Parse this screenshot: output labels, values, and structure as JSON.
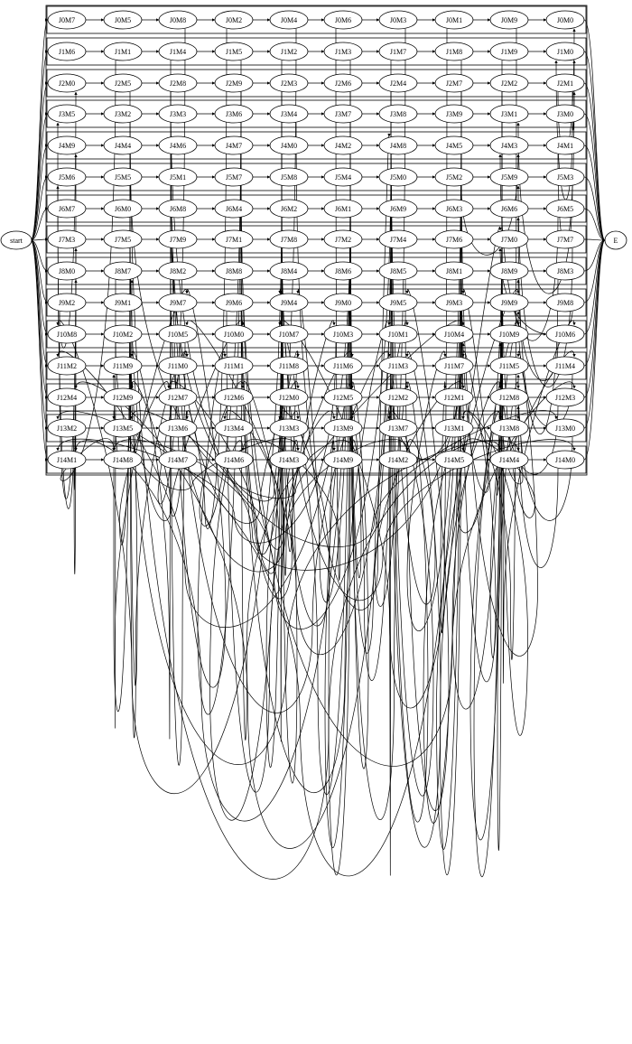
{
  "graph": {
    "start_label": "start",
    "end_label": "E",
    "rows": [
      [
        "J0M7",
        "J0M5",
        "J0M8",
        "J0M2",
        "J0M4",
        "J0M6",
        "J0M3",
        "J0M1",
        "J0M9",
        "J0M0"
      ],
      [
        "J1M6",
        "J1M1",
        "J1M4",
        "J1M5",
        "J1M2",
        "J1M3",
        "J1M7",
        "J1M8",
        "J1M9",
        "J1M0"
      ],
      [
        "J2M0",
        "J2M5",
        "J2M8",
        "J2M9",
        "J2M3",
        "J2M6",
        "J2M4",
        "J2M7",
        "J2M2",
        "J2M1"
      ],
      [
        "J3M5",
        "J3M2",
        "J3M3",
        "J3M6",
        "J3M4",
        "J3M7",
        "J3M8",
        "J3M9",
        "J3M1",
        "J3M0"
      ],
      [
        "J4M9",
        "J4M4",
        "J4M6",
        "J4M7",
        "J4M0",
        "J4M2",
        "J4M8",
        "J4M5",
        "J4M3",
        "J4M1"
      ],
      [
        "J5M6",
        "J5M5",
        "J5M1",
        "J5M7",
        "J5M8",
        "J5M4",
        "J5M0",
        "J5M2",
        "J5M9",
        "J5M3"
      ],
      [
        "J6M7",
        "J6M0",
        "J6M8",
        "J6M4",
        "J6M2",
        "J6M1",
        "J6M9",
        "J6M3",
        "J6M6",
        "J6M5"
      ],
      [
        "J7M3",
        "J7M5",
        "J7M9",
        "J7M1",
        "J7M8",
        "J7M2",
        "J7M4",
        "J7M6",
        "J7M0",
        "J7M7"
      ],
      [
        "J8M0",
        "J8M7",
        "J8M2",
        "J8M8",
        "J8M4",
        "J8M6",
        "J8M5",
        "J8M1",
        "J8M9",
        "J8M3"
      ],
      [
        "J9M2",
        "J9M1",
        "J9M7",
        "J9M6",
        "J9M4",
        "J9M0",
        "J9M5",
        "J9M3",
        "J9M9",
        "J9M8"
      ],
      [
        "J10M8",
        "J10M2",
        "J10M5",
        "J10M0",
        "J10M7",
        "J10M3",
        "J10M1",
        "J10M4",
        "J10M9",
        "J10M6"
      ],
      [
        "J11M2",
        "J11M9",
        "J11M0",
        "J11M1",
        "J11M8",
        "J11M6",
        "J11M3",
        "J11M7",
        "J11M5",
        "J11M4"
      ],
      [
        "J12M4",
        "J12M9",
        "J12M7",
        "J12M6",
        "J12M0",
        "J12M5",
        "J12M2",
        "J12M1",
        "J12M8",
        "J12M3"
      ],
      [
        "J13M2",
        "J13M5",
        "J13M6",
        "J13M4",
        "J13M3",
        "J13M9",
        "J13M7",
        "J13M1",
        "J13M8",
        "J13M0"
      ],
      [
        "J14M1",
        "J14M8",
        "J14M7",
        "J14M6",
        "J14M3",
        "J14M9",
        "J14M2",
        "J14M5",
        "J14M4",
        "J14M0"
      ]
    ],
    "cross_edges": [
      [
        "J1M1",
        "J14M8"
      ],
      [
        "J0M8",
        "J11M0"
      ],
      [
        "J0M2",
        "J13M6"
      ],
      [
        "J0M4",
        "J12M7"
      ],
      [
        "J0M6",
        "J14M6"
      ],
      [
        "J0M3",
        "J10M1"
      ],
      [
        "J0M1",
        "J12M1"
      ],
      [
        "J0M9",
        "J13M1"
      ],
      [
        "J1M4",
        "J9M7"
      ],
      [
        "J1M5",
        "J11M1"
      ],
      [
        "J1M2",
        "J14M3"
      ],
      [
        "J1M3",
        "J12M5"
      ],
      [
        "J1M7",
        "J13M7"
      ],
      [
        "J1M8",
        "J14M5"
      ],
      [
        "J1M9",
        "J12M8"
      ],
      [
        "J2M5",
        "J14M4"
      ],
      [
        "J2M8",
        "J11M8"
      ],
      [
        "J2M9",
        "J12M6"
      ],
      [
        "J2M3",
        "J10M3"
      ],
      [
        "J2M6",
        "J13M9"
      ],
      [
        "J2M4",
        "J14M2"
      ],
      [
        "J2M7",
        "J11M7"
      ],
      [
        "J2M2",
        "J10M9"
      ],
      [
        "J3M2",
        "J12M9"
      ],
      [
        "J3M3",
        "J11M3"
      ],
      [
        "J3M6",
        "J14M9"
      ],
      [
        "J3M4",
        "J13M3"
      ],
      [
        "J3M7",
        "J10M7"
      ],
      [
        "J3M8",
        "J12M2"
      ],
      [
        "J3M9",
        "J9M9"
      ],
      [
        "J3M1",
        "J13M8"
      ],
      [
        "J4M4",
        "J10M4"
      ],
      [
        "J4M6",
        "J12M0"
      ],
      [
        "J4M7",
        "J13M4"
      ],
      [
        "J4M0",
        "J11M6"
      ],
      [
        "J4M2",
        "J9M4"
      ],
      [
        "J4M8",
        "J14M8"
      ],
      [
        "J4M5",
        "J11M5"
      ],
      [
        "J4M3",
        "J10M6"
      ],
      [
        "J5M5",
        "J13M5"
      ],
      [
        "J5M1",
        "J11M9"
      ],
      [
        "J5M7",
        "J12M3"
      ],
      [
        "J5M8",
        "J10M8"
      ],
      [
        "J5M4",
        "J14M1"
      ],
      [
        "J5M0",
        "J12M4"
      ],
      [
        "J5M2",
        "J13M2"
      ],
      [
        "J5M9",
        "J11M4"
      ],
      [
        "J6M0",
        "J10M0"
      ],
      [
        "J6M8",
        "J13M0"
      ],
      [
        "J6M4",
        "J12M6"
      ],
      [
        "J6M2",
        "J14M0"
      ],
      [
        "J6M1",
        "J11M2"
      ],
      [
        "J6M9",
        "J10M5"
      ],
      [
        "J6M3",
        "J9M3"
      ],
      [
        "J6M6",
        "J12M8"
      ],
      [
        "J7M5",
        "J11M0"
      ],
      [
        "J7M9",
        "J13M6"
      ],
      [
        "J7M1",
        "J10M1"
      ],
      [
        "J7M8",
        "J14M6"
      ],
      [
        "J7M2",
        "J12M5"
      ],
      [
        "J7M4",
        "J13M7"
      ],
      [
        "J7M6",
        "J11M7"
      ],
      [
        "J7M0",
        "J14M5"
      ],
      [
        "J8M7",
        "J12M7"
      ],
      [
        "J8M2",
        "J14M2"
      ],
      [
        "J8M8",
        "J11M8"
      ],
      [
        "J8M4",
        "J13M3"
      ],
      [
        "J8M6",
        "J12M1"
      ],
      [
        "J8M5",
        "J14M9"
      ],
      [
        "J8M1",
        "J10M7"
      ],
      [
        "J8M9",
        "J13M1"
      ],
      [
        "J9M1",
        "J14M4"
      ],
      [
        "J9M6",
        "J13M9"
      ],
      [
        "J9M0",
        "J12M2"
      ],
      [
        "J9M5",
        "J11M3"
      ],
      [
        "J9M3",
        "J13M8"
      ],
      [
        "J10M2",
        "J14M3"
      ],
      [
        "J10M5",
        "J12M9"
      ],
      [
        "J10M3",
        "J14M1"
      ],
      [
        "J10M4",
        "J13M5"
      ],
      [
        "J2M1",
        "J0M0"
      ],
      [
        "J3M0",
        "J1M0"
      ],
      [
        "J4M1",
        "J2M1"
      ],
      [
        "J5M3",
        "J3M1"
      ],
      [
        "J6M5",
        "J4M3"
      ],
      [
        "J7M7",
        "J5M9"
      ],
      [
        "J8M3",
        "J6M6"
      ],
      [
        "J9M8",
        "J7M0"
      ],
      [
        "J10M6",
        "J8M9"
      ],
      [
        "J11M4",
        "J9M9"
      ],
      [
        "J12M3",
        "J10M9"
      ],
      [
        "J13M0",
        "J11M5"
      ],
      [
        "J14M0",
        "J12M8"
      ],
      [
        "J12M4",
        "J5M6"
      ],
      [
        "J11M2",
        "J7M3"
      ],
      [
        "J13M2",
        "J8M0"
      ],
      [
        "J10M8",
        "J3M5"
      ],
      [
        "J14M1",
        "J4M9"
      ],
      [
        "J9M2",
        "J2M0"
      ],
      [
        "J12M9",
        "J11M9"
      ],
      [
        "J8M7",
        "J9M7"
      ],
      [
        "J9M1",
        "J8M7"
      ],
      [
        "J8M4",
        "J9M4"
      ],
      [
        "J8M5",
        "J9M5"
      ],
      [
        "J9M9",
        "J10M9"
      ],
      [
        "J13M9",
        "J14M9"
      ],
      [
        "J12M8",
        "J13M8"
      ],
      [
        "J2M1",
        "J1M0"
      ],
      [
        "J6M6",
        "J7M0"
      ],
      [
        "J5M2",
        "J4M3"
      ],
      [
        "J11M3",
        "J10M4"
      ],
      [
        "J3M4",
        "J4M8"
      ]
    ]
  }
}
